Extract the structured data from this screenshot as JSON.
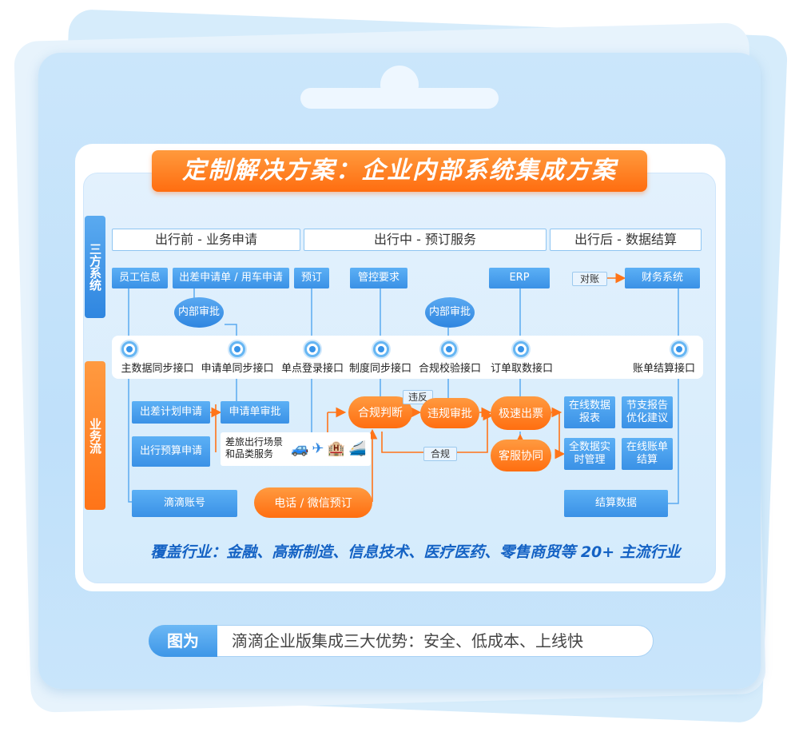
{
  "title": "定制解决方案：企业内部系统集成方案",
  "side_labels": {
    "third_party": "三方系统",
    "business_flow": "业务流"
  },
  "phases": {
    "before": "出行前 - 业务申请",
    "during": "出行中 - 预订服务",
    "after": "出行后 - 数据结算"
  },
  "top_systems": {
    "employee_info": "员工信息",
    "travel_request": "出差申请单 / 用车申请",
    "booking": "预订",
    "control_req": "管控要求",
    "erp": "ERP",
    "finance": "财务系统",
    "reconcile": "对账"
  },
  "internal_approval": "内部审批",
  "interface_tag": "接口",
  "interfaces": {
    "master_sync": "主数据同步接口",
    "request_sync": "申请单同步接口",
    "sso": "单点登录接口",
    "policy_sync": "制度同步接口",
    "compliance": "合规校验接口",
    "order_fetch": "订单取数接口",
    "bill_settle": "账单结算接口"
  },
  "flow": {
    "trip_plan": "出差计划申请",
    "request_approval": "申请单审批",
    "budget": "出行预算申请",
    "didi_account": "滴滴账号",
    "scenes": "差旅出行场景和品类服务",
    "compliance_judge": "合规判断",
    "violation": "违反",
    "compliant": "合规",
    "violation_approval": "违规审批",
    "fast_ticket": "极速出票",
    "cs_collab": "客服协同",
    "phone_wechat": "电话 / 微信预订",
    "online_report": "在线数据报表",
    "saving_report": "节支报告优化建议",
    "realtime_mgmt": "全数据实时管理",
    "online_bill": "在线账单结算",
    "settle_data": "结算数据"
  },
  "industries": "覆盖行业：金融、高新制造、信息技术、医疗医药、零售商贸等 20+ 主流行业",
  "caption": {
    "tag": "图为",
    "text": "滴滴企业版集成三大优势：安全、低成本、上线快"
  },
  "colors": {
    "accent_orange": "#ff7418",
    "accent_blue": "#3a91e6",
    "industry_text": "#1462c4"
  }
}
